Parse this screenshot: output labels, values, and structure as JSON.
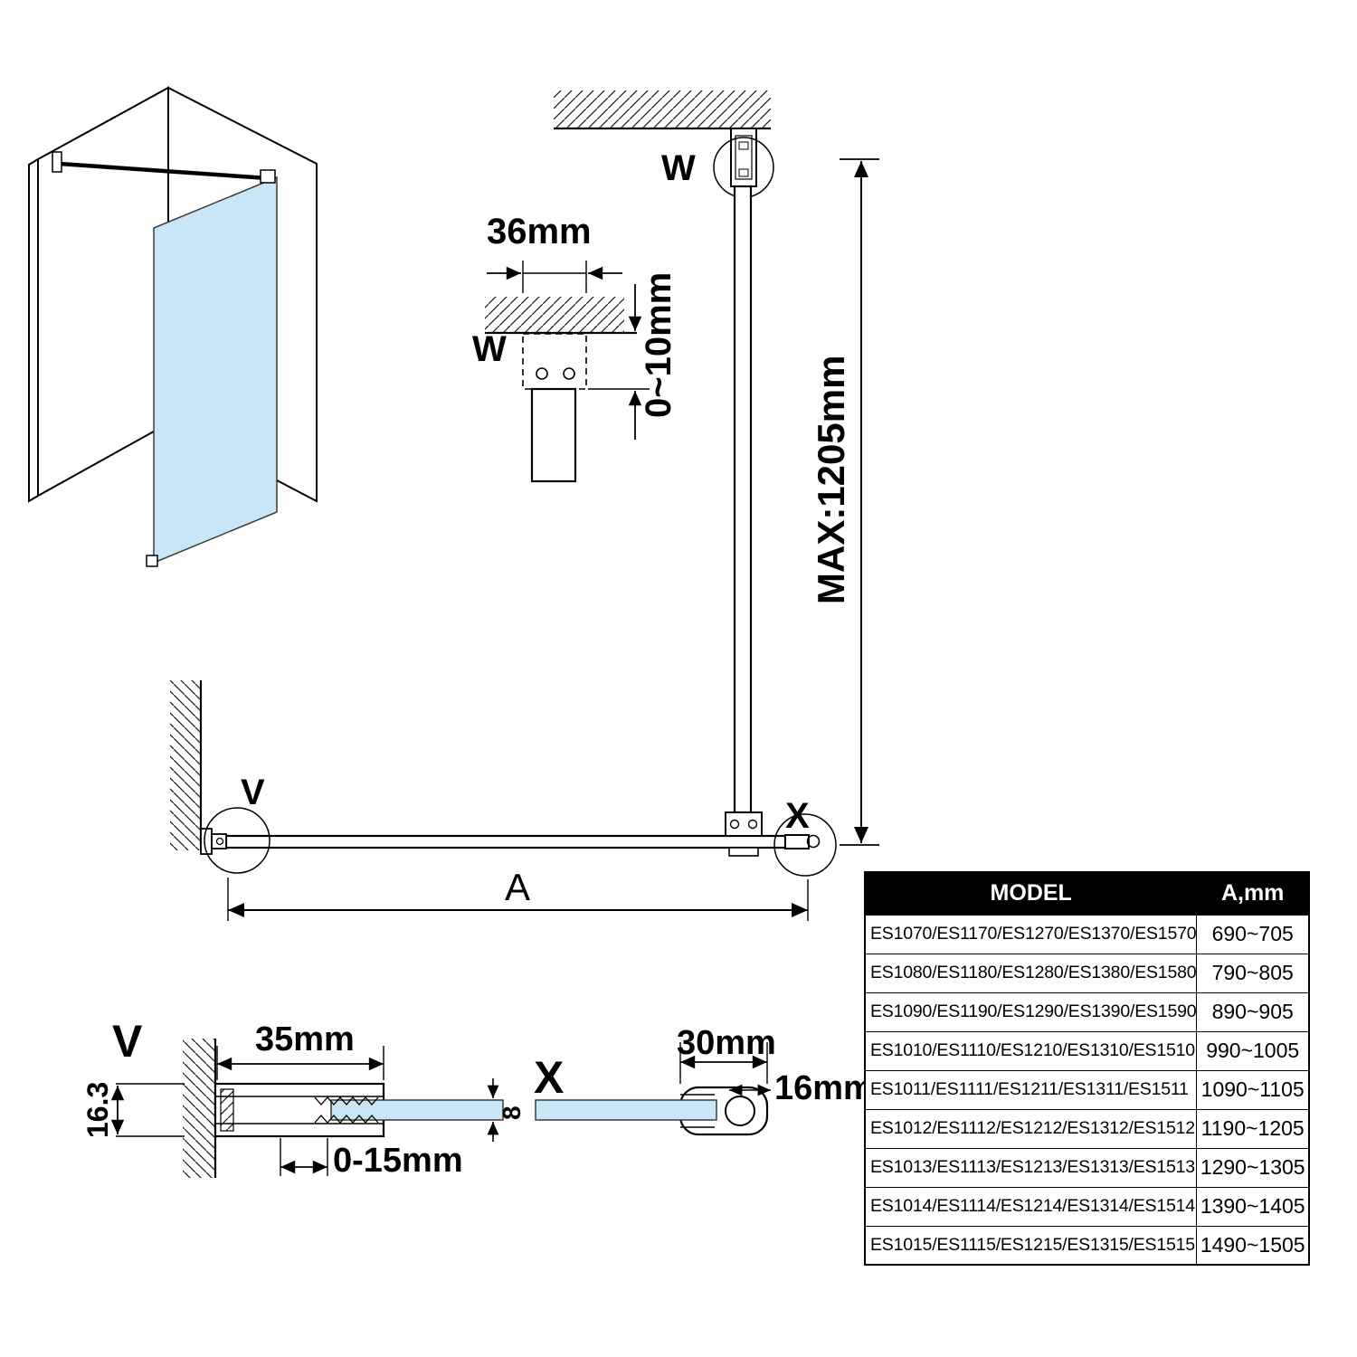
{
  "diagram": {
    "labels": {
      "w_section": "W",
      "w_main": "W",
      "v_main": "V",
      "x_main": "X",
      "v_detail": "V",
      "x_detail": "X"
    },
    "dimensions": {
      "bracket_width": "36mm",
      "ceiling_gap": "0~10mm",
      "max_height": "MAX:1205mm",
      "span": "A",
      "profile_depth": "16.3",
      "profile_width": "35mm",
      "adjust_range": "0-15mm",
      "glass_thickness": "8",
      "clamp_width": "30mm",
      "bar_diameter": "16mm"
    },
    "colors": {
      "glass": "#c9e6f7",
      "line": "#000000"
    }
  },
  "table": {
    "headers": [
      "MODEL",
      "A,mm"
    ],
    "header_bg": "#000000",
    "rows": [
      {
        "model": "ES1070/ES1170/ES1270/ES1370/ES1570",
        "a": "690~705"
      },
      {
        "model": "ES1080/ES1180/ES1280/ES1380/ES1580",
        "a": "790~805"
      },
      {
        "model": "ES1090/ES1190/ES1290/ES1390/ES1590",
        "a": "890~905"
      },
      {
        "model": "ES1010/ES1110/ES1210/ES1310/ES1510",
        "a": "990~1005"
      },
      {
        "model": "ES1011/ES1111/ES1211/ES1311/ES1511",
        "a": "1090~1105"
      },
      {
        "model": "ES1012/ES1112/ES1212/ES1312/ES1512",
        "a": "1190~1205"
      },
      {
        "model": "ES1013/ES1113/ES1213/ES1313/ES1513",
        "a": "1290~1305"
      },
      {
        "model": "ES1014/ES1114/ES1214/ES1314/ES1514",
        "a": "1390~1405"
      },
      {
        "model": "ES1015/ES1115/ES1215/ES1315/ES1515",
        "a": "1490~1505"
      }
    ]
  }
}
